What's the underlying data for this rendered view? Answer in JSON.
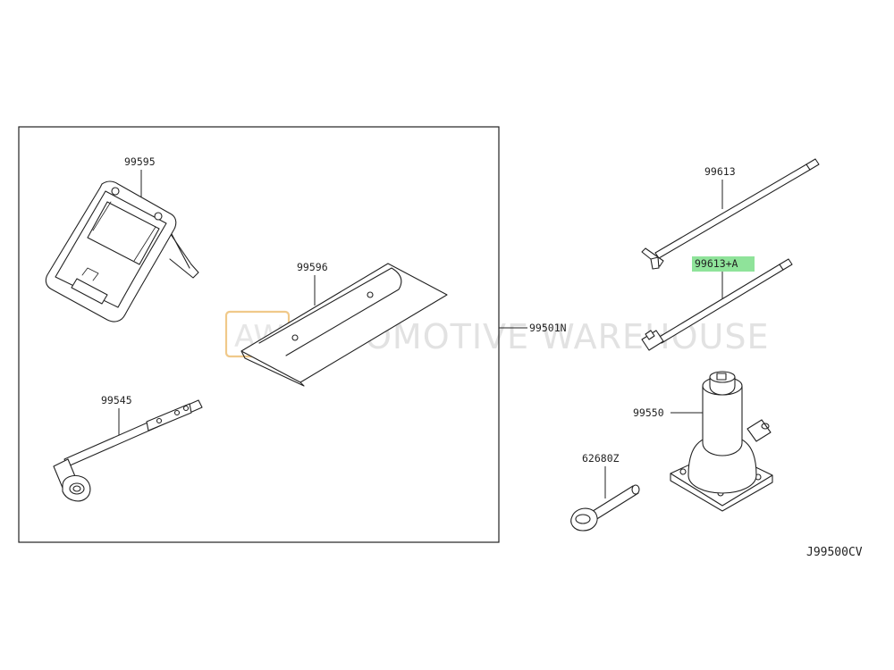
{
  "diagram_code": "J99500CV",
  "group_label": "99501N",
  "watermark": {
    "badge": "AW",
    "text": "AUTOMOTIVE WAREHOUSE",
    "badge_color": "#f0c98a",
    "text_color": "#e2e2e2"
  },
  "highlight_color": "#8fe39a",
  "parts": {
    "tray": "99595",
    "cover": "99596",
    "wrench": "99545",
    "bar_upper": "99613",
    "bar_lower": "99613+A",
    "jack": "99550",
    "hook": "62680Z"
  }
}
